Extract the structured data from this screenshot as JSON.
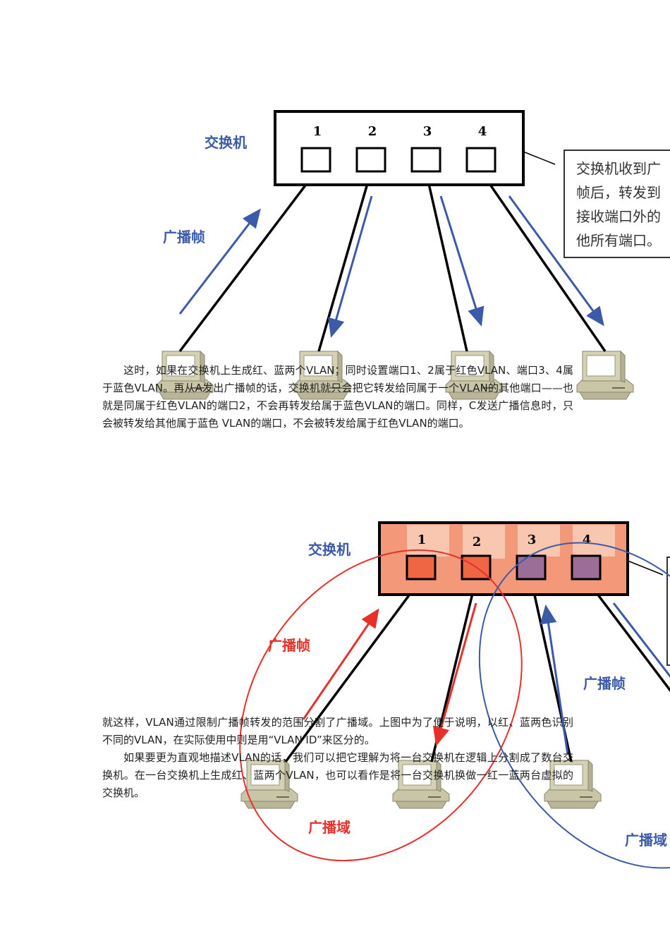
{
  "diagram1": {
    "switch_label": "交换机",
    "frame_label": "广播帧",
    "ports": [
      "1",
      "2",
      "3",
      "4"
    ],
    "callout_lines": [
      "交换机收到广",
      "帧后，转发到",
      "接收端口外的",
      "他所有端口。"
    ]
  },
  "paragraph1": "这时，如果在交换机上生成红、蓝两个VLAN；同时设置端口1、2属于红色VLAN、端口3、4属于蓝色VLAN。再从A发出广播帧的话，交换机就只会把它转发给同属于一个VLAN的其他端口——也就是同属于红色VLAN的端口2，不会再转发给属于蓝色VLAN的端口。同样，C发送广播信息时，只会被转发给其他属于蓝色 VLAN的端口，不会被转发给属于红色VLAN的端口。",
  "diagram2": {
    "switch_label": "交换机",
    "red_frame_label": "广播帧",
    "blue_frame_label": "广播帧",
    "red_domain_label": "广播域",
    "blue_domain_label": "广播域",
    "ports": [
      "1",
      "2",
      "3",
      "4"
    ]
  },
  "paragraph2": "就这样，VLAN通过限制广播帧转发的范围分割了广播域。上图中为了便于说明，以红、蓝两色识别不同的VLAN，在实际使用中则是用“VLAN ID”来区分的。",
  "paragraph3": "如果要更为直观地描述VLAN的话，我们可以把它理解为将一台交换机在逻辑上分割成了数台交换机。在一台交换机上生成红、蓝两个VLAN，也可以看作是将一台交换机换做一红一蓝两台虚拟的交换机。",
  "colors": {
    "blue": "#3d5aa8",
    "red": "#e8302a",
    "switch_fill": "#f4987a",
    "red_port": "#ef6645",
    "blue_port": "#9a6e96"
  }
}
